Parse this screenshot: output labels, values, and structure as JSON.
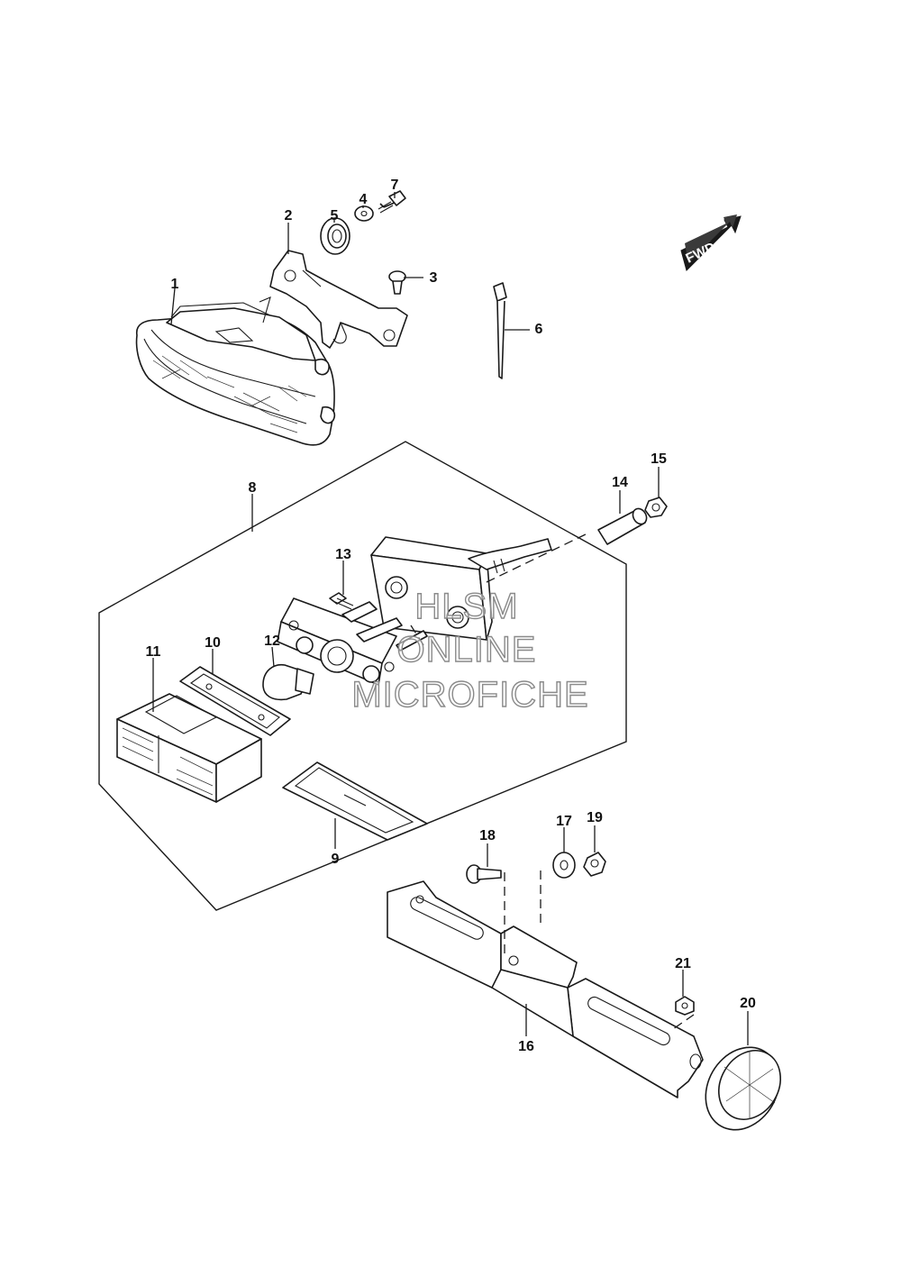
{
  "fwd_label": "FWD",
  "callouts": [
    {
      "id": "1",
      "label": "1"
    },
    {
      "id": "2",
      "label": "2"
    },
    {
      "id": "3",
      "label": "3"
    },
    {
      "id": "4",
      "label": "4"
    },
    {
      "id": "5",
      "label": "5"
    },
    {
      "id": "6",
      "label": "6"
    },
    {
      "id": "7",
      "label": "7"
    },
    {
      "id": "8",
      "label": "8"
    },
    {
      "id": "9",
      "label": "9"
    },
    {
      "id": "10",
      "label": "10"
    },
    {
      "id": "11",
      "label": "11"
    },
    {
      "id": "12",
      "label": "12"
    },
    {
      "id": "13",
      "label": "13"
    },
    {
      "id": "14",
      "label": "14"
    },
    {
      "id": "15",
      "label": "15"
    },
    {
      "id": "16",
      "label": "16"
    },
    {
      "id": "17",
      "label": "17"
    },
    {
      "id": "18",
      "label": "18"
    },
    {
      "id": "19",
      "label": "19"
    },
    {
      "id": "20",
      "label": "20"
    },
    {
      "id": "21",
      "label": "21"
    }
  ],
  "watermark": {
    "line1": "HLSM",
    "line2": "ONLINE",
    "line3": "MICROFICHE"
  }
}
